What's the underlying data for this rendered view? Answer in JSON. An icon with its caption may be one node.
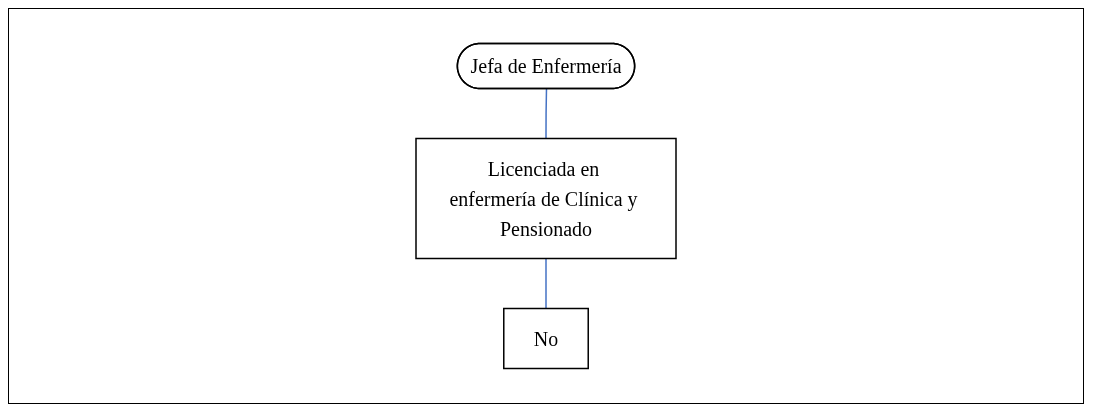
{
  "diagram": {
    "nodes": [
      {
        "text": [
          "Jefa de Enfermería"
        ]
      },
      {
        "text": [
          "Licenciada en enfermería de Clínica y Pensionado"
        ]
      },
      {
        "text": [
          "No"
        ]
      }
    ],
    "edges": [
      {
        "from": 0,
        "to": 1,
        "arrow": "none"
      },
      {
        "from": 1,
        "to": 2,
        "arrow": "none"
      }
    ]
  }
}
